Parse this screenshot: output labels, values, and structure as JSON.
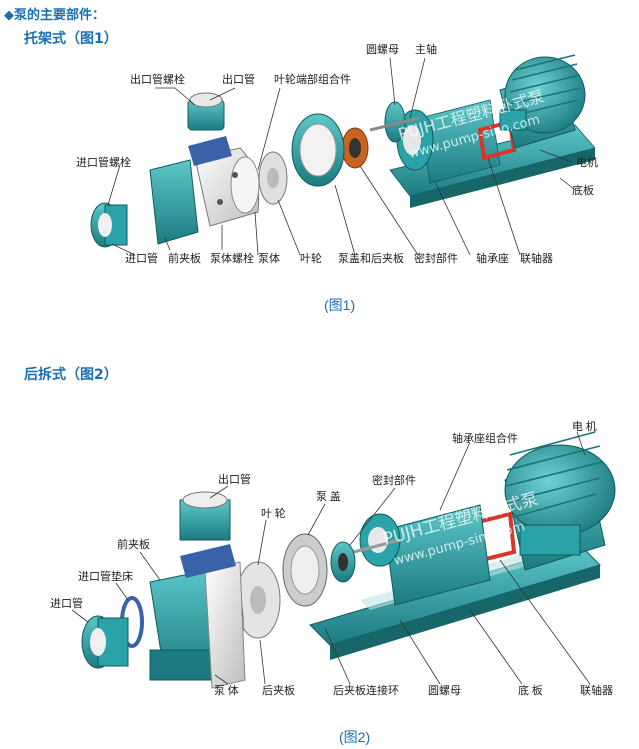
{
  "header": {
    "title": "◆泵的主要部件："
  },
  "section1": {
    "title": "托架式（图1）",
    "caption": "(图1)",
    "labels": {
      "outlet_bolt": "出口管螺栓",
      "outlet_pipe": "出口管",
      "impeller_end": "叶轮端部组合件",
      "round_nut": "圆螺母",
      "main_shaft": "主轴",
      "inlet_bolt": "进口管螺栓",
      "motor": "电机",
      "base": "底板",
      "inlet_pipe": "进口管",
      "front_plate": "前夹板",
      "body_bolt": "泵体螺栓",
      "pump_body": "泵体",
      "impeller": "叶轮",
      "cover": "泵盖和后夹板",
      "seal": "密封部件",
      "bearing": "轴承座",
      "coupling": "联轴器"
    },
    "watermark": [
      "PUJH工程塑料卧式泵",
      "www.pump-sino.com"
    ]
  },
  "section2": {
    "title": "后拆式（图2）",
    "caption": "(图2)",
    "labels": {
      "motor": "电 机",
      "bearing_assembly": "轴承座组合件",
      "seal": "密封部件",
      "outlet_pipe": "出口管",
      "cover": "泵 盖",
      "impeller": "叶 轮",
      "front_plate": "前夹板",
      "inlet_gasket": "进口管垫床",
      "inlet_pipe": "进口管",
      "pump_body": "泵 体",
      "rear_plate": "后夹板",
      "rear_ring": "后夹板连接环",
      "round_nut": "圆螺母",
      "base": "底 板",
      "coupling": "联轴器"
    },
    "watermark": [
      "PUJH工程塑料卧式泵",
      "www.pump-sino.com"
    ]
  },
  "colors": {
    "accent": "#1a6fb3",
    "teal": "#2aa3a8",
    "teal_dark": "#1c7b80",
    "red": "#d8342c",
    "white": "#eaeaea"
  }
}
